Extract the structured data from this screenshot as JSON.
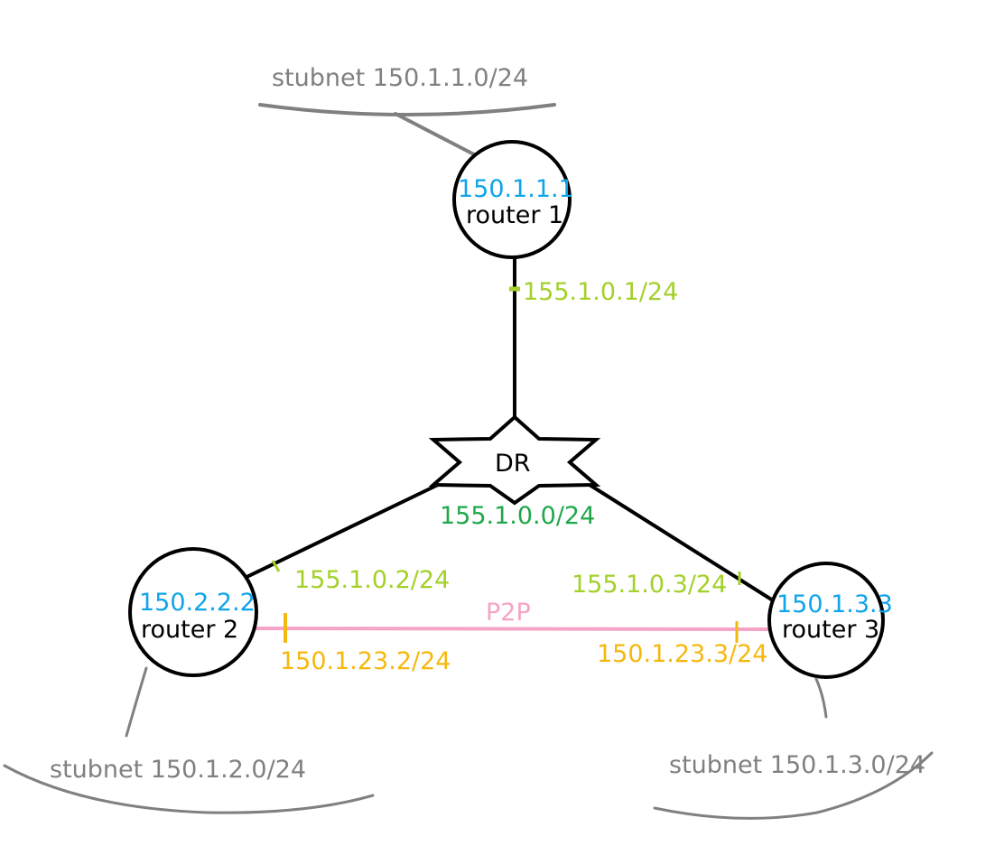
{
  "stubnets": {
    "r1": "stubnet 150.1.1.0/24",
    "r2": "stubnet 150.1.2.0/24",
    "r3": "stubnet 150.1.3.0/24"
  },
  "routers": {
    "r1": {
      "id": "150.1.1.1",
      "name": "router 1"
    },
    "r2": {
      "id": "150.2.2.2",
      "name": "router 2"
    },
    "r3": {
      "id": "150.1.3.3",
      "name": "router 3"
    }
  },
  "dr": {
    "label": "DR",
    "network": "155.1.0.0/24"
  },
  "interfaces": {
    "r1_broadcast": "155.1.0.1/24",
    "r2_broadcast": "155.1.0.2/24",
    "r3_broadcast": "155.1.0.3/24",
    "r2_p2p": "150.1.23.2/24",
    "r3_p2p": "150.1.23.3/24"
  },
  "p2p_label": "P2P",
  "colors": {
    "stubnet": "#808080",
    "router_id": "#0ea5e9",
    "broadcast_interface": "#a3d12a",
    "dr_network": "#1fa84a",
    "p2p_interface": "#f5b80f",
    "p2p_link": "#f5a3c7"
  }
}
